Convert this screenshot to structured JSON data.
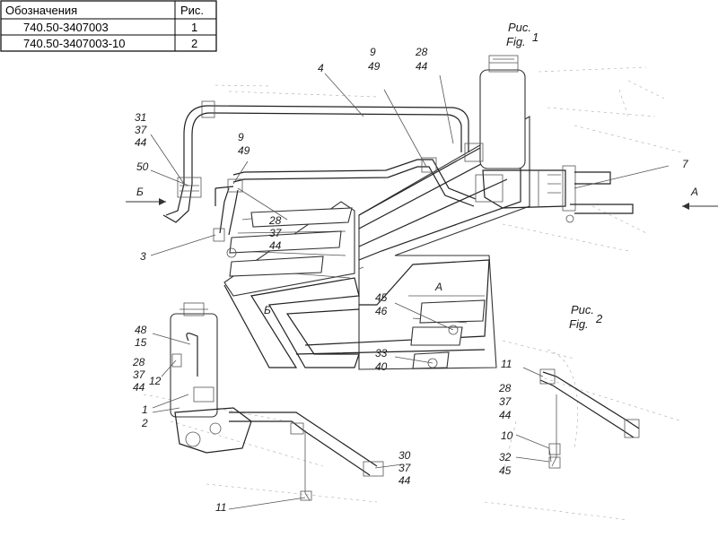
{
  "table": {
    "headers": [
      "Обозначения",
      "Рис."
    ],
    "rows": [
      [
        "740.50-3407003",
        "1"
      ],
      [
        "740.50-3407003-10",
        "2"
      ]
    ]
  },
  "figures": {
    "fig1": {
      "ru": "Рис.",
      "en": "Fig.",
      "num": "1"
    },
    "fig2": {
      "ru": "Рис.",
      "en": "Fig.",
      "num": "2"
    }
  },
  "views": {
    "a_right": "А",
    "b_left": "Б",
    "a_inner": "А",
    "b_inner": "Б"
  },
  "callouts": {
    "c4": "4",
    "c9_49_top": [
      "9",
      "49"
    ],
    "c28_44_top": [
      "28",
      "44"
    ],
    "c31_37_44": [
      "31",
      "37",
      "44"
    ],
    "c50": "50",
    "c9_49_mid": [
      "9",
      "49"
    ],
    "c7": "7",
    "c28_37_44_mid": [
      "28",
      "37",
      "44"
    ],
    "c3": "3",
    "c45_46": [
      "45",
      "46"
    ],
    "c33_40": [
      "33",
      "40"
    ],
    "c48_15": [
      "48",
      "15"
    ],
    "c28_37_44_12": [
      "28",
      "37",
      "44",
      "12"
    ],
    "c1_2": [
      "1",
      "2"
    ],
    "c30_37_44": [
      "30",
      "37",
      "44"
    ],
    "c11_bottom": "11",
    "c11_fig2": "11",
    "c28_37_44_fig2": [
      "28",
      "37",
      "44"
    ],
    "c10": "10",
    "c32_45": [
      "32",
      "45"
    ]
  }
}
